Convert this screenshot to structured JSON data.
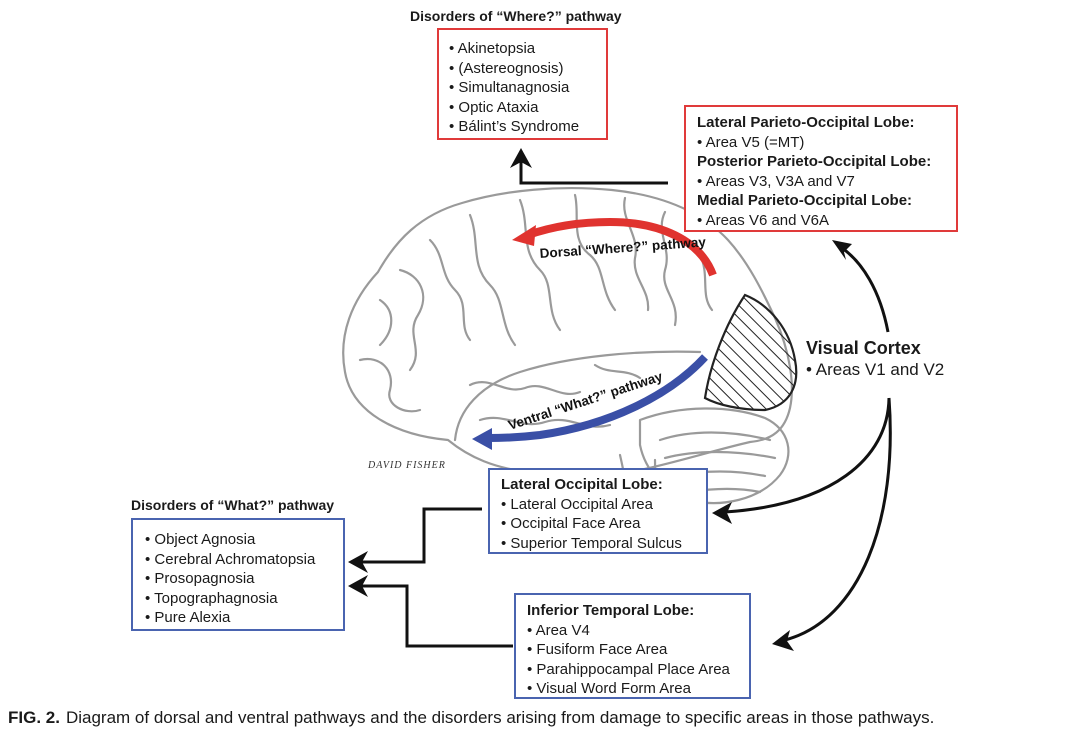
{
  "where_disorders": {
    "heading": "Disorders of “Where?” pathway",
    "items": [
      "• Akinetopsia",
      "• (Astereognosis)",
      "• Simultanagnosia",
      "• Optic Ataxia",
      "• Bálint’s Syndrome"
    ]
  },
  "parieto": {
    "lateral_title": "Lateral Parieto-Occipital Lobe:",
    "lateral_item": "• Area V5 (=MT)",
    "posterior_title": "Posterior Parieto-Occipital Lobe:",
    "posterior_item": "• Areas V3, V3A and V7",
    "medial_title": "Medial Parieto-Occipital Lobe:",
    "medial_item": "• Areas V6 and V6A"
  },
  "visual_cortex": {
    "title": "Visual Cortex",
    "item": "• Areas V1 and V2"
  },
  "dorsal_label": "Dorsal “Where?” pathway",
  "ventral_label": "Ventral “What?” pathway",
  "signature": "DAVID FISHER",
  "lateral_occipital": {
    "title": "Lateral Occipital Lobe:",
    "items": [
      "• Lateral Occipital Area",
      "• Occipital Face Area",
      "• Superior Temporal Sulcus"
    ]
  },
  "what_disorders": {
    "heading": "Disorders of “What?” pathway",
    "items": [
      "• Object Agnosia",
      "• Cerebral Achromatopsia",
      "• Prosopagnosia",
      "• Topographagnosia",
      "• Pure Alexia"
    ]
  },
  "inferior_temporal": {
    "title": "Inferior Temporal Lobe:",
    "items": [
      "• Area V4",
      "• Fusiform Face Area",
      "• Parahippocampal Place Area",
      "• Visual Word Form Area"
    ]
  },
  "caption": {
    "label": "FIG. 2.",
    "text": "Diagram of dorsal and ventral pathways and the disorders arising from damage to specific areas in those pathways."
  },
  "colors": {
    "dorsal": "#e0332f",
    "ventral": "#3a4fa6",
    "red_border": "#e03a3a",
    "blue_border": "#4a64b0",
    "brain_line": "#9a9a9a"
  }
}
